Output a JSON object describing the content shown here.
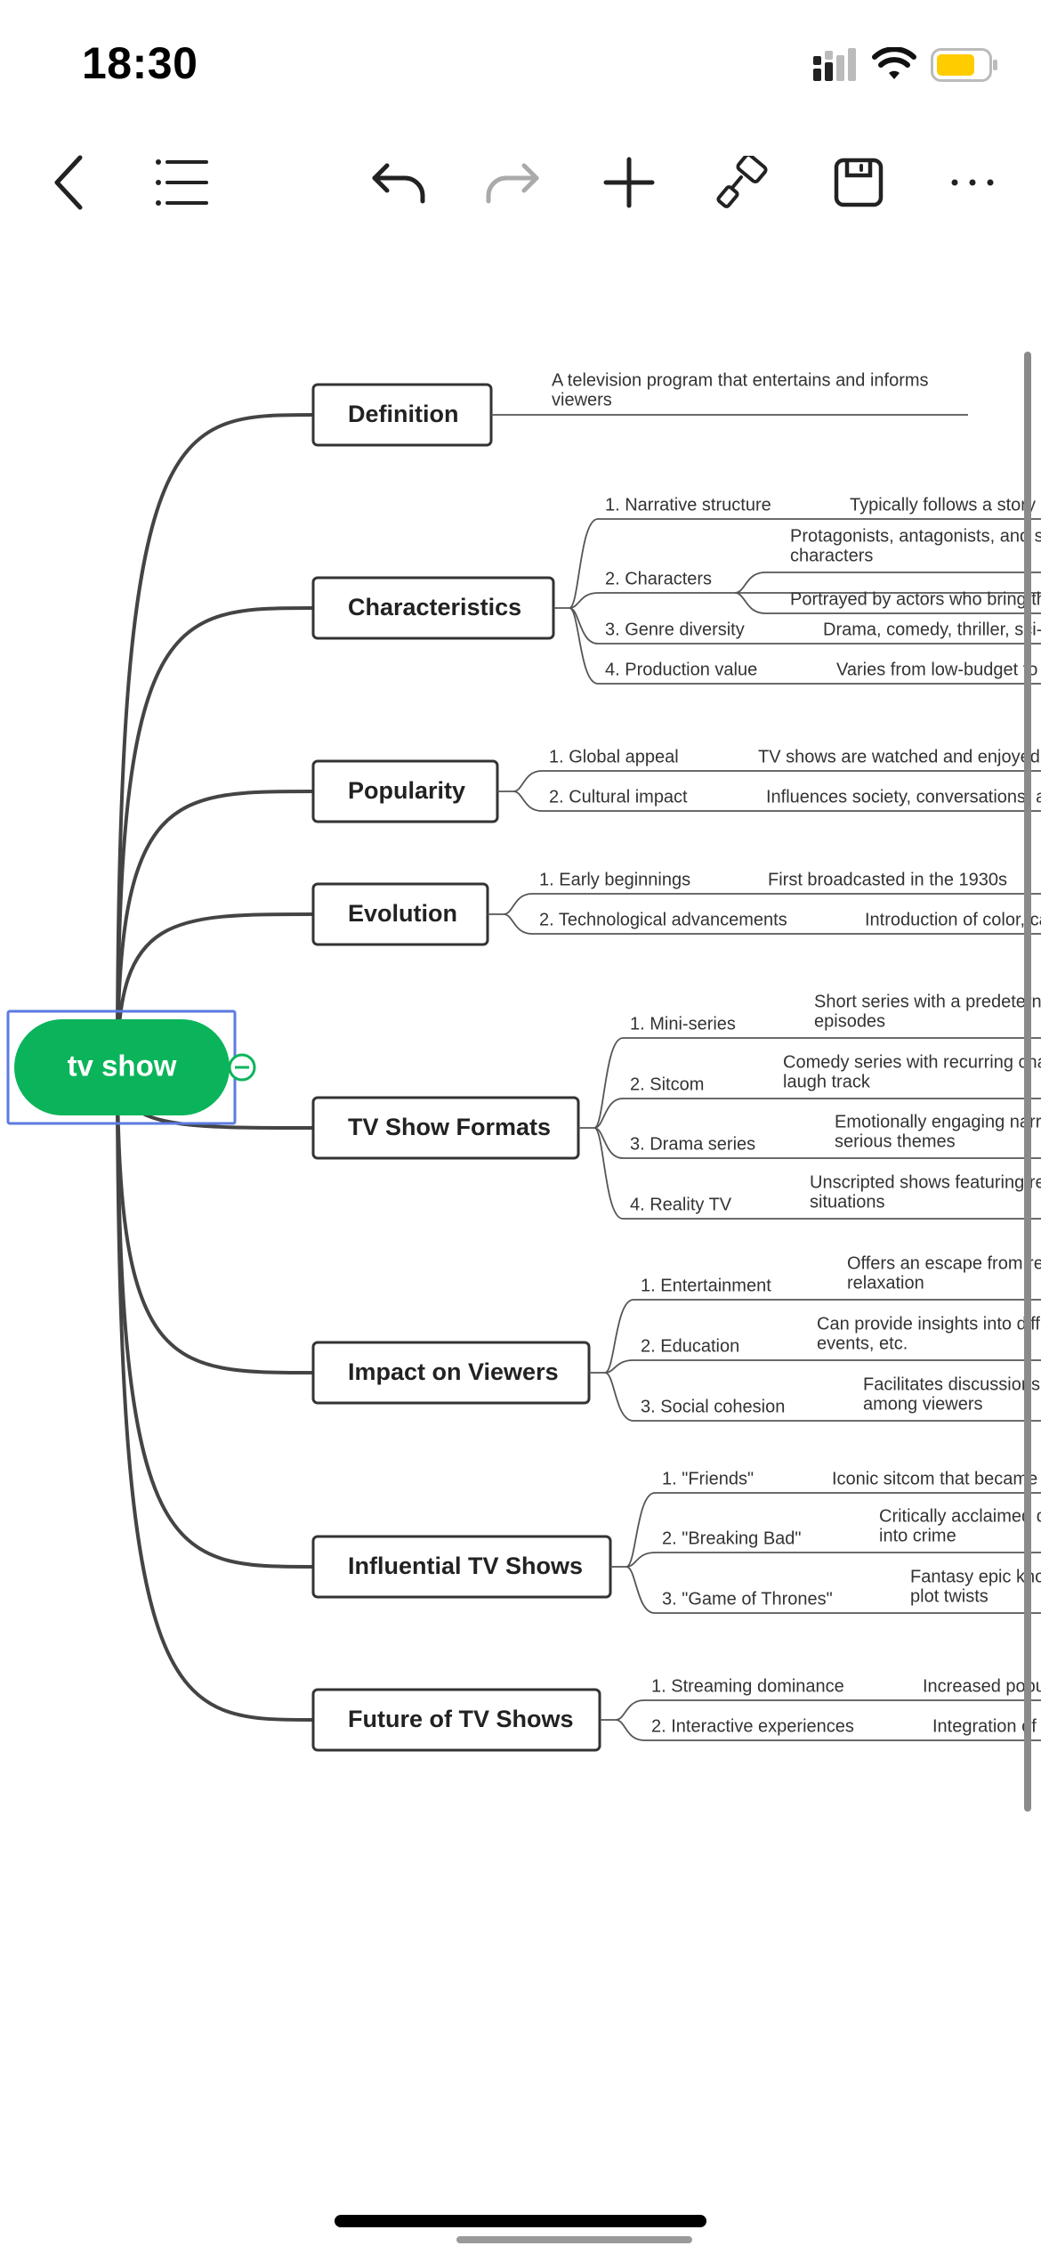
{
  "status_bar": {
    "time": "18:30",
    "icons": [
      "cellular-signal-icon",
      "wifi-icon",
      "battery-icon"
    ],
    "battery_color": "#FFCC00"
  },
  "toolbar": {
    "buttons": [
      {
        "name": "back-button",
        "icon": "chevron-left-icon"
      },
      {
        "name": "outline-button",
        "icon": "list-icon"
      },
      {
        "name": "undo-button",
        "icon": "undo-icon"
      },
      {
        "name": "redo-button",
        "icon": "redo-icon",
        "disabled": true
      },
      {
        "name": "add-button",
        "icon": "plus-icon"
      },
      {
        "name": "format-button",
        "icon": "paint-roller-icon"
      },
      {
        "name": "save-button",
        "icon": "save-icon"
      },
      {
        "name": "more-button",
        "icon": "more-icon"
      }
    ]
  },
  "mindmap": {
    "root": {
      "label": "tv show",
      "color": "#0BB45A",
      "selection_color": "#5B7BE0",
      "collapse_icon": "minus-circle-icon"
    },
    "branches": [
      {
        "label": "Definition",
        "children": [
          {
            "label": "A television program that entertains and informs viewers",
            "lines": [
              "A television program that entertains and informs",
              "viewers"
            ],
            "detail": []
          }
        ]
      },
      {
        "label": "Characteristics",
        "children": [
          {
            "label": "1. Narrative structure",
            "detail": [
              [
                "Typically follows a story"
              ]
            ]
          },
          {
            "label": "2. Characters",
            "detail": [
              [
                "Protagonists, antagonists, and s",
                "characters"
              ],
              [
                "Portrayed by actors who bring th"
              ]
            ]
          },
          {
            "label": "3. Genre diversity",
            "detail": [
              [
                "Drama, comedy, thriller, sci-"
              ]
            ]
          },
          {
            "label": "4. Production value",
            "detail": [
              [
                "Varies from low-budget to"
              ]
            ]
          }
        ]
      },
      {
        "label": "Popularity",
        "children": [
          {
            "label": "1. Global appeal",
            "detail": [
              [
                "TV shows are watched and enjoyed"
              ]
            ]
          },
          {
            "label": "2. Cultural impact",
            "detail": [
              [
                "Influences society, conversations, a"
              ]
            ]
          }
        ]
      },
      {
        "label": "Evolution",
        "children": [
          {
            "label": "1. Early beginnings",
            "detail": [
              [
                "First broadcasted in the 1930s"
              ]
            ]
          },
          {
            "label": "2. Technological advancements",
            "detail": [
              [
                "Introduction of color, ca"
              ]
            ]
          }
        ]
      },
      {
        "label": "TV Show Formats",
        "children": [
          {
            "label": "1. Mini-series",
            "detail": [
              [
                "Short series with a predetern",
                "episodes"
              ]
            ]
          },
          {
            "label": "2. Sitcom",
            "detail": [
              [
                "Comedy series with recurring cha",
                "laugh track"
              ]
            ]
          },
          {
            "label": "3. Drama series",
            "detail": [
              [
                "Emotionally engaging narr",
                "serious themes"
              ]
            ]
          },
          {
            "label": "4. Reality TV",
            "detail": [
              [
                "Unscripted shows featuring re",
                "situations"
              ]
            ]
          }
        ]
      },
      {
        "label": "Impact on Viewers",
        "children": [
          {
            "label": "1. Entertainment",
            "detail": [
              [
                "Offers an escape from re",
                "relaxation"
              ]
            ]
          },
          {
            "label": "2. Education",
            "detail": [
              [
                "Can provide insights into diff",
                "events, etc."
              ]
            ]
          },
          {
            "label": "3. Social cohesion",
            "detail": [
              [
                "Facilitates discussions",
                "among viewers"
              ]
            ]
          }
        ]
      },
      {
        "label": "Influential TV Shows",
        "children": [
          {
            "label": "1. \"Friends\"",
            "detail": [
              [
                "Iconic sitcom that became"
              ]
            ]
          },
          {
            "label": "2. \"Breaking Bad\"",
            "detail": [
              [
                "Critically acclaimed d",
                "into crime"
              ]
            ]
          },
          {
            "label": "3. \"Game of Thrones\"",
            "detail": [
              [
                "Fantasy epic kno",
                "plot twists"
              ]
            ]
          }
        ]
      },
      {
        "label": "Future of TV Shows",
        "children": [
          {
            "label": "1. Streaming dominance",
            "detail": [
              [
                "Increased popu"
              ]
            ]
          },
          {
            "label": "2. Interactive experiences",
            "detail": [
              [
                "Integration of"
              ]
            ]
          }
        ]
      }
    ]
  }
}
